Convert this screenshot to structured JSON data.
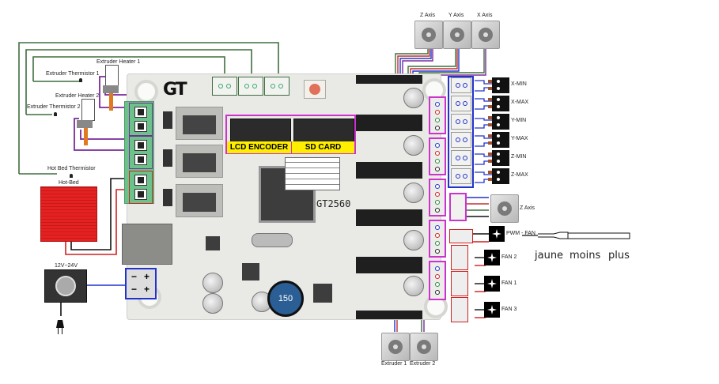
{
  "diagram": {
    "title": "GT2560 3D printer controller wiring diagram",
    "board": {
      "model": "GT2560",
      "logo": "GT",
      "header_labels": {
        "lcd": "LCD ENCODER",
        "sd": "SD CARD"
      },
      "inductor_label": "150",
      "power_terminal": {
        "labels": [
          "−",
          "+",
          "−",
          "+"
        ]
      }
    },
    "left_side": {
      "extruder_heater_1": "Extruder Heater 1",
      "extruder_thermistor_1": "Extruder Thermistor 1",
      "extruder_heater_2": "Extruder Heater 2",
      "extruder_thermistor_2": "Extruder Thermistor 2",
      "hot_bed_thermistor": "Hot Bed Thermistor",
      "hot_bed": "Hot-Bed",
      "power_supply": "12V~24V"
    },
    "top_motors": [
      {
        "label": "Z Axis"
      },
      {
        "label": "Y Axis"
      },
      {
        "label": "X Axis"
      }
    ],
    "endstops": [
      "X-MIN",
      "X-MAX",
      "Y-MIN",
      "Y-MAX",
      "Z-MIN",
      "Z-MAX"
    ],
    "right_motor": {
      "label": "Z Axis"
    },
    "fans": [
      "PWM - FAN",
      "FAN 2",
      "FAN 1",
      "FAN 3"
    ],
    "bottom_motors": [
      {
        "label": "Extruder 1"
      },
      {
        "label": "Extruder 2"
      }
    ],
    "annotation": {
      "words": [
        "jaune",
        "moins",
        "plus"
      ]
    },
    "colors": {
      "board": "#e9e9e6",
      "terminal_green": "#6cc28a",
      "wire_green": "#3f6e3f",
      "heater_purple": "#7a2a9a",
      "hotbed_red": "#e02020",
      "driver_magenta": "#cc33cc",
      "endstop_blue": "#2233cc",
      "fan_red": "#cc2222",
      "label_yellow": "#ffee00"
    }
  }
}
